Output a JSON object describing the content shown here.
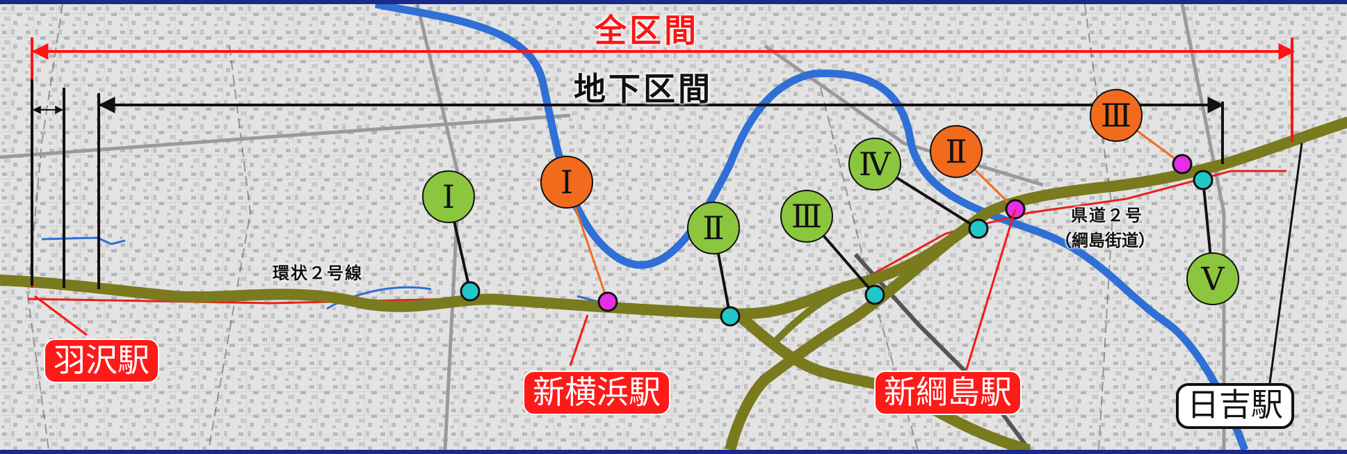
{
  "title": {
    "full_section": "全区間",
    "underground_section": "地下区間"
  },
  "roads": {
    "ring_road": "環状２号線",
    "pref_road_1": "県道２号",
    "pref_road_2": "（綱島街道）"
  },
  "stations": {
    "hanezawa": "羽沢駅",
    "shin_yokohama": "新横浜駅",
    "shin_tsunashima": "新綱島駅",
    "hiyoshi": "日吉駅"
  },
  "markers": [
    {
      "numeral": "Ⅰ",
      "group": "green"
    },
    {
      "numeral": "Ⅰ",
      "group": "orange"
    },
    {
      "numeral": "Ⅱ",
      "group": "green"
    },
    {
      "numeral": "Ⅲ",
      "group": "green"
    },
    {
      "numeral": "Ⅳ",
      "group": "green"
    },
    {
      "numeral": "Ⅱ",
      "group": "orange"
    },
    {
      "numeral": "Ⅲ",
      "group": "orange"
    },
    {
      "numeral": "Ⅴ",
      "group": "green"
    }
  ],
  "colors": {
    "green_marker": "#8cc63f",
    "orange_marker": "#f26b1d",
    "road_olive": "#7a7a1e",
    "river": "#2f6fd6",
    "rail_line": "#e8201c",
    "cyan_point": "#22c7c7",
    "magenta_point": "#e62ee6",
    "full_section_arrow": "#ff1414",
    "border": "#1a2a8c"
  }
}
